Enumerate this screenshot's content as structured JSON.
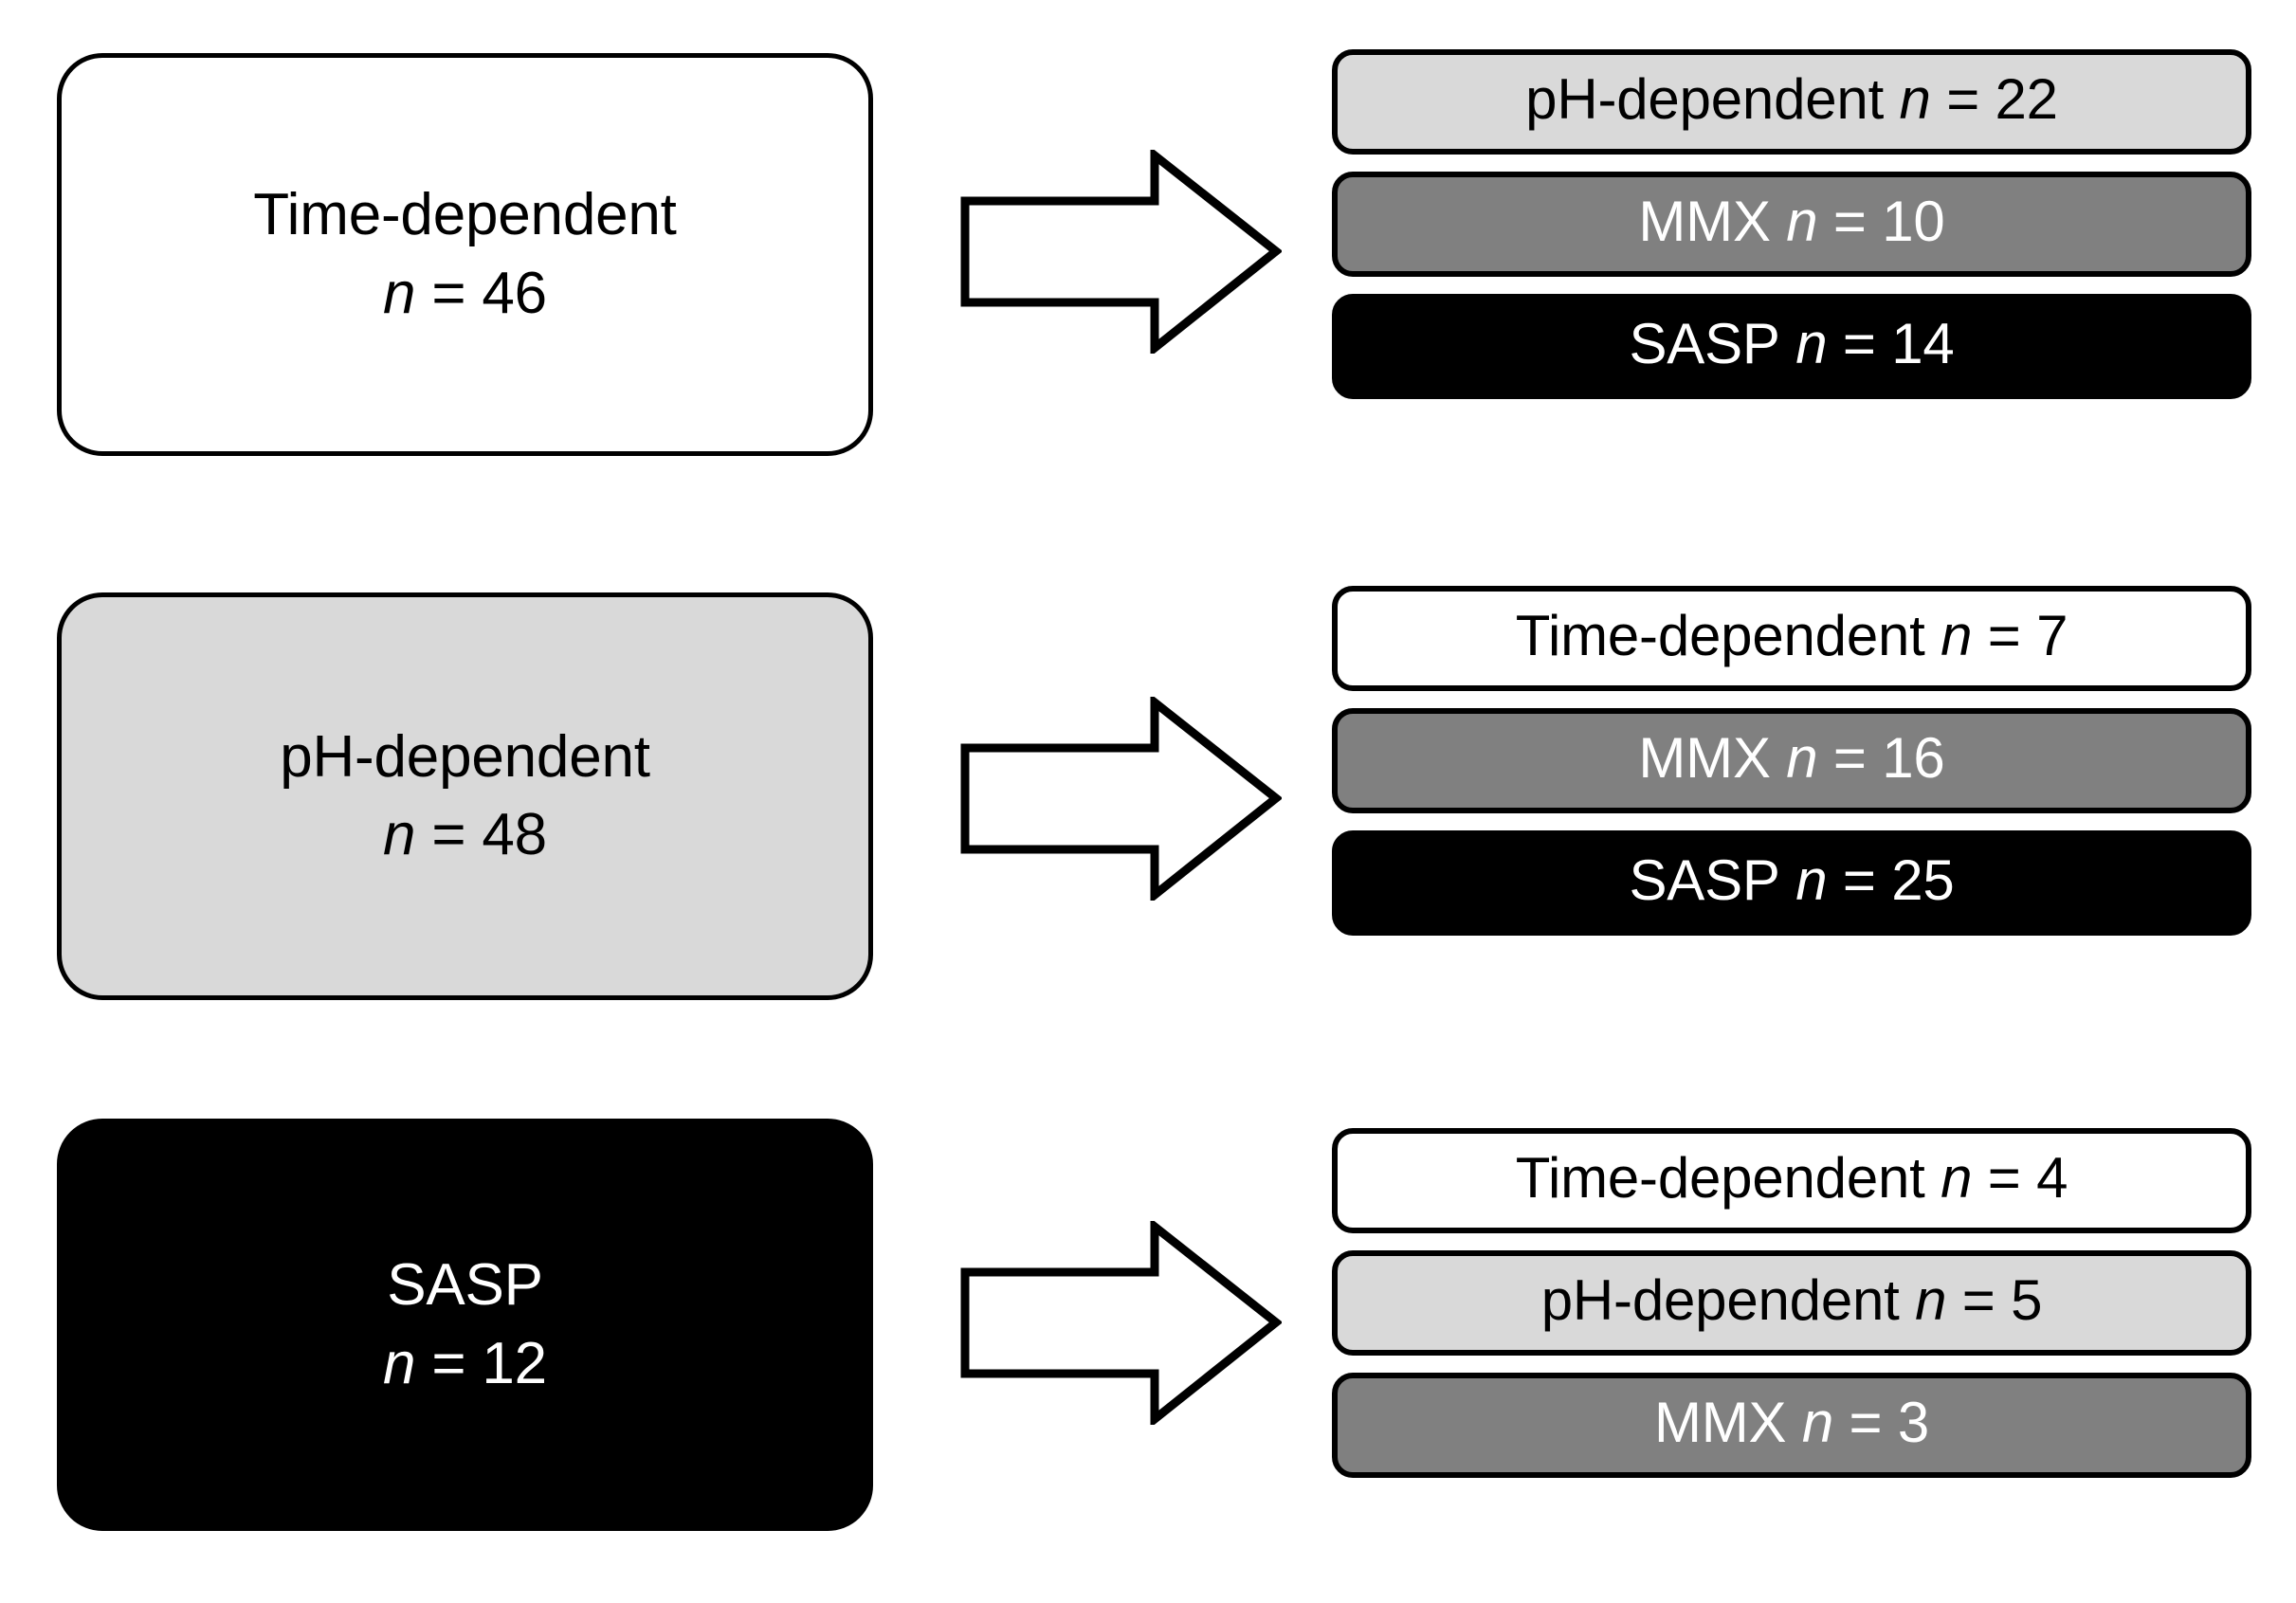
{
  "colors": {
    "white": "#FFFFFF",
    "light_gray": "#D9D9D9",
    "mid_gray": "#808080",
    "black": "#000000",
    "outline": "#000000"
  },
  "chart_data": {
    "type": "diagram",
    "title": "",
    "description": "Flow diagram: three source mesalazine formulation groups, each mapped to the distribution of formulations switched to.",
    "rows": [
      {
        "source": {
          "name": "Time-dependent",
          "n": 46,
          "line1": "Time-dependent",
          "line2": "n = 46",
          "fill": "white"
        },
        "arrow": "right-block-arrow",
        "targets": [
          {
            "name": "pH-dependent",
            "n": 22,
            "label_text": "pH-dependent",
            "label_n": "n = 22",
            "fill": "light_gray"
          },
          {
            "name": "MMX",
            "n": 10,
            "label_text": "MMX",
            "label_n": "n = 10",
            "fill": "mid_gray"
          },
          {
            "name": "SASP",
            "n": 14,
            "label_text": "SASP",
            "label_n": "n = 14",
            "fill": "black"
          }
        ]
      },
      {
        "source": {
          "name": "pH-dependent",
          "n": 48,
          "line1": "pH-dependent",
          "line2": "n = 48",
          "fill": "light_gray"
        },
        "arrow": "right-block-arrow",
        "targets": [
          {
            "name": "Time-dependent",
            "n": 7,
            "label_text": "Time-dependent",
            "label_n": "n = 7",
            "fill": "white"
          },
          {
            "name": "MMX",
            "n": 16,
            "label_text": "MMX",
            "label_n": "n = 16",
            "fill": "mid_gray"
          },
          {
            "name": "SASP",
            "n": 25,
            "label_text": "SASP",
            "label_n": "n = 25",
            "fill": "black"
          }
        ]
      },
      {
        "source": {
          "name": "SASP",
          "n": 12,
          "line1": "SASP",
          "line2": "n = 12",
          "fill": "black"
        },
        "arrow": "right-block-arrow",
        "targets": [
          {
            "name": "Time-dependent",
            "n": 4,
            "label_text": "Time-dependent",
            "label_n": "n = 4",
            "fill": "white"
          },
          {
            "name": "pH-dependent",
            "n": 5,
            "label_text": "pH-dependent",
            "label_n": "n = 5",
            "fill": "light_gray"
          },
          {
            "name": "MMX",
            "n": 3,
            "label_text": "MMX",
            "label_n": "n = 3",
            "fill": "mid_gray"
          }
        ]
      }
    ]
  }
}
